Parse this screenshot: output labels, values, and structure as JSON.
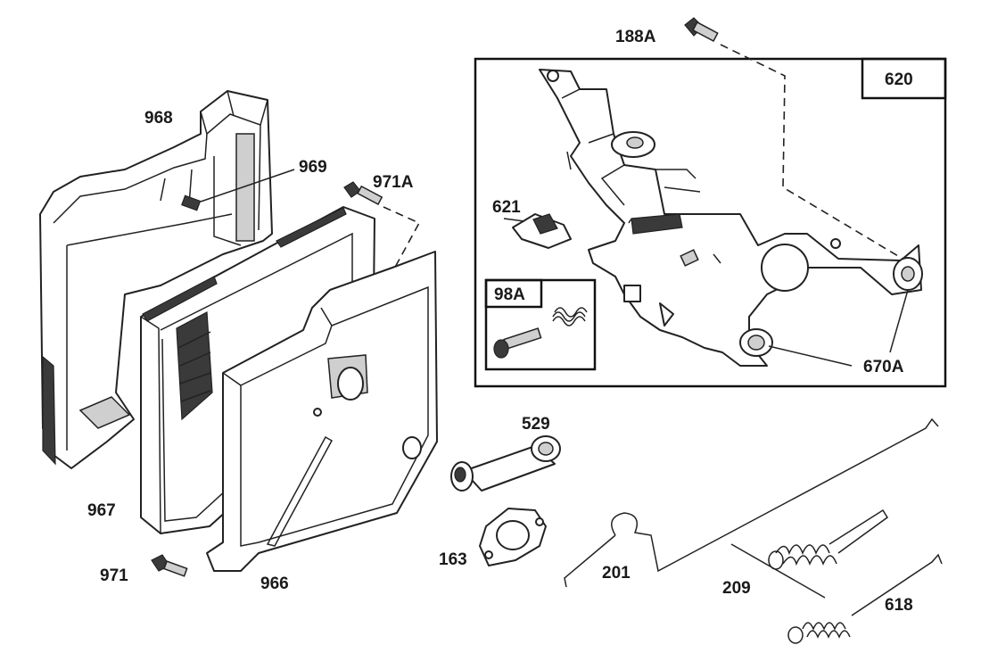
{
  "labels": {
    "p188A": "188A",
    "p620": "620",
    "p968": "968",
    "p969": "969",
    "p971A": "971A",
    "p621": "621",
    "p98A": "98A",
    "p670A": "670A",
    "p529": "529",
    "p967": "967",
    "p966": "966",
    "p971": "971",
    "p163": "163",
    "p201": "201",
    "p209": "209",
    "p618": "618"
  }
}
